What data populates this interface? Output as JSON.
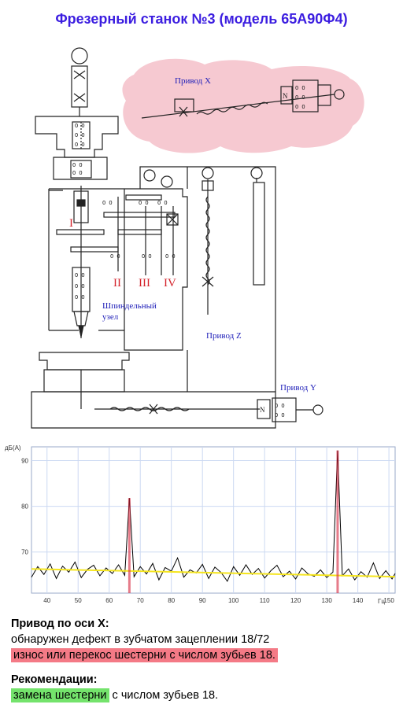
{
  "title": "Фрезерный станок №3 (модель 65А90Ф4)",
  "diagram": {
    "drive_x": "Привод X",
    "drive_y": "Привод Y",
    "drive_z": "Привод Z",
    "spindle_1": "Шпиндельный",
    "spindle_2": "узел",
    "shaft_1": "I",
    "shaft_2": "II",
    "shaft_3": "III",
    "shaft_4": "IV",
    "motor_label": "N"
  },
  "chart_data": {
    "type": "line",
    "ylabel": "дБ(A)",
    "xunit": "Гц",
    "xlim": [
      35,
      152
    ],
    "ylim": [
      61,
      93
    ],
    "xticks": [
      40,
      50,
      60,
      70,
      80,
      90,
      100,
      110,
      120,
      130,
      140,
      150
    ],
    "yticks": [
      60,
      70,
      80,
      90
    ],
    "trend": {
      "x": [
        35,
        152
      ],
      "y": [
        66.3,
        64.6
      ]
    },
    "peaks": [
      {
        "x": 66.5,
        "y": 81.8
      },
      {
        "x": 133.5,
        "y": 92.2
      }
    ],
    "series": [
      {
        "x": [
          35,
          37,
          39,
          41,
          43,
          45,
          47,
          49,
          51,
          53,
          55,
          57,
          59,
          61,
          63,
          65,
          66.5,
          68,
          70,
          72,
          74,
          76,
          78,
          80,
          82,
          84,
          86,
          88,
          90,
          92,
          94,
          96,
          98,
          100,
          102,
          104,
          106,
          108,
          110,
          112,
          114,
          116,
          118,
          120,
          122,
          124,
          126,
          128,
          130,
          132,
          133.5,
          135,
          137,
          139,
          141,
          143,
          145,
          147,
          149,
          151,
          152
        ],
        "y": [
          64.5,
          66.8,
          65.1,
          67.4,
          64.2,
          66.9,
          65.6,
          67.8,
          64.4,
          66.2,
          67.1,
          64.8,
          66.5,
          65.3,
          67.2,
          64.9,
          81.8,
          64.6,
          66.8,
          65.2,
          67.5,
          63.9,
          66.6,
          65.8,
          68.7,
          64.5,
          66.1,
          65.4,
          67.3,
          64.2,
          66.7,
          65.5,
          63.6,
          66.8,
          64.9,
          67.2,
          65.1,
          66.4,
          64.3,
          65.9,
          67.1,
          64.6,
          65.8,
          64.1,
          66.5,
          65.2,
          64.7,
          66.1,
          64.4,
          65.6,
          92.2,
          64.8,
          66.3,
          63.9,
          65.7,
          64.5,
          67.6,
          64.2,
          65.9,
          64.1,
          65.3
        ]
      }
    ],
    "colors": {
      "line": "#000000",
      "trend": "#f5e51e",
      "peak": "#d7263d",
      "grid": "#ccd9f2"
    }
  },
  "report": {
    "line1": "Привод по оси X:",
    "line2": "обнаружен дефект в зубчатом зацеплении 18/72",
    "line3": "износ или перекос шестерни с числом зубьев 18.",
    "line4": "Рекомендации:",
    "line5_highlight": "замена шестерни",
    "line5_rest": " с числом зубьев  18."
  },
  "colors": {
    "title": "#3b1de0",
    "label": "#1d1db8",
    "roman": "#d4232b",
    "cloud": "#f6c9d1",
    "hl_red": "#f47a86",
    "hl_green": "#74e36c"
  }
}
